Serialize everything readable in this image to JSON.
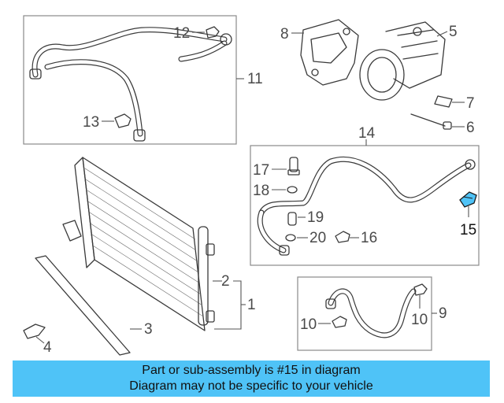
{
  "diagram": {
    "callouts": {
      "c1": "1",
      "c2": "2",
      "c3": "3",
      "c4": "4",
      "c5": "5",
      "c6": "6",
      "c7": "7",
      "c8": "8",
      "c9": "9",
      "c10a": "10",
      "c10b": "10",
      "c11": "11",
      "c12": "12",
      "c13": "13",
      "c14": "14",
      "c15": "15",
      "c16": "16",
      "c17": "17",
      "c18": "18",
      "c19": "19",
      "c20": "20"
    },
    "highlight_color": "#4fc3f7",
    "highlight_part": "15"
  },
  "banner": {
    "line1": "Part or sub-assembly is #15 in diagram",
    "line2": "Diagram may not be specific to your vehicle",
    "background": "#4fc3f7"
  }
}
